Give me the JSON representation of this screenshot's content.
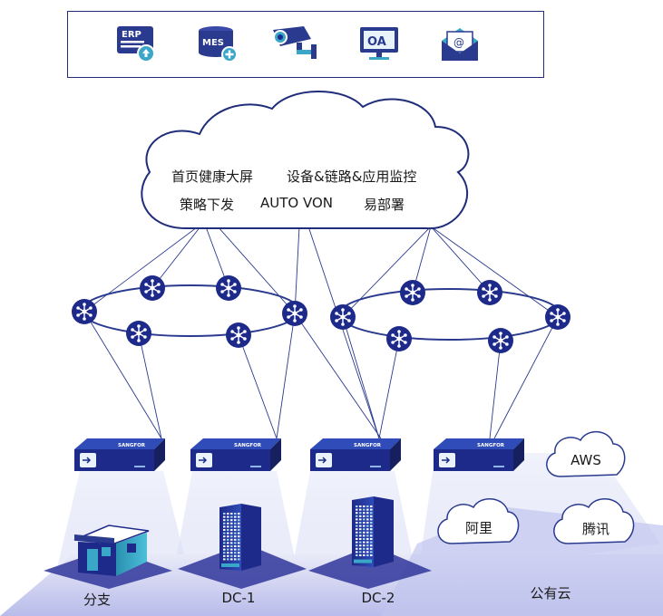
{
  "apps": [
    {
      "name": "ERP",
      "icon": "erp-icon"
    },
    {
      "name": "MES",
      "icon": "mes-icon"
    },
    {
      "name": "",
      "icon": "camera-icon"
    },
    {
      "name": "OA",
      "icon": "oa-icon"
    },
    {
      "name": "@",
      "icon": "email-icon"
    }
  ],
  "cloud": {
    "line1_a": "首页健康大屏",
    "line1_b": "设备&链路&应用监控",
    "line2_a": "策略下发",
    "line2_b": "AUTO VON",
    "line2_c": "易部署"
  },
  "device_brand": "SANGFOR",
  "sites": {
    "branch": "分支",
    "dc1": "DC-1",
    "dc2": "DC-2",
    "public_cloud": "公有云"
  },
  "public_clouds": {
    "aws": "AWS",
    "aliyun": "阿里",
    "tencent": "腾讯"
  },
  "colors": {
    "navy": "#1f2d7a",
    "node": "#1e2a8a",
    "line": "#2a3a8f",
    "device": "#23357e",
    "accent_cyan": "#3aa6c8",
    "platform": "#c9ccef"
  }
}
